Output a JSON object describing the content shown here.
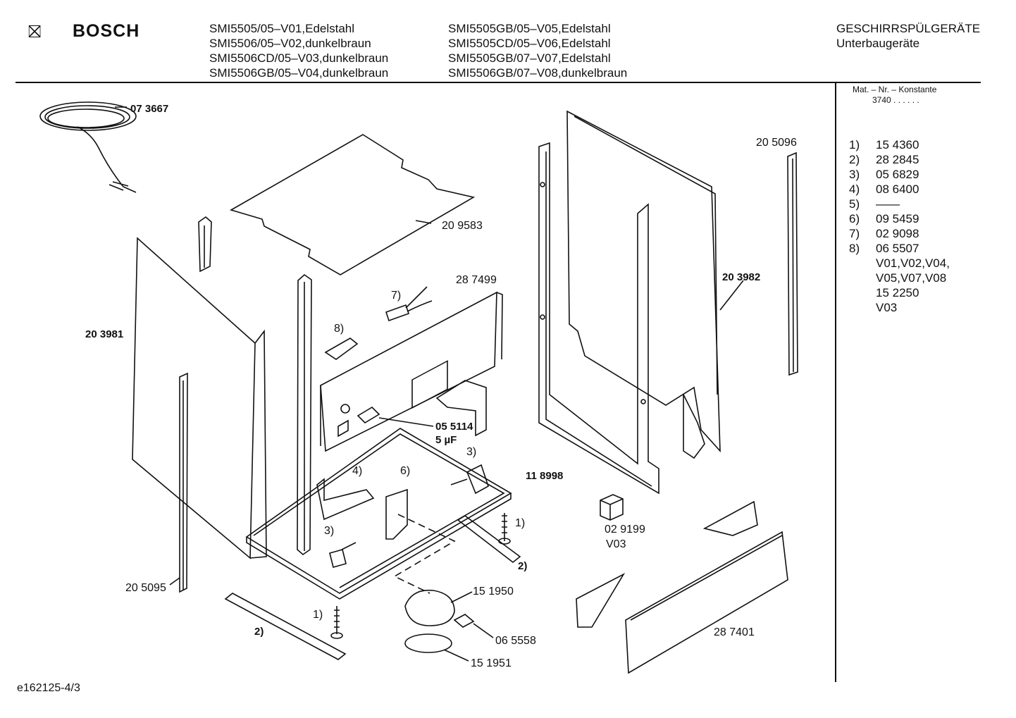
{
  "brand": "BOSCH",
  "header": {
    "models_col1": [
      "SMI5505/05–V01,Edelstahl",
      "SMI5506/05–V02,dunkelbraun",
      "SMI5506CD/05–V03,dunkelbraun",
      "SMI5506GB/05–V04,dunkelbraun"
    ],
    "models_col2": [
      "SMI5505GB/05–V05,Edelstahl",
      "SMI5505CD/05–V06,Edelstahl",
      "SMI5505GB/07–V07,Edelstahl",
      "SMI5506GB/07–V08,dunkelbraun"
    ],
    "category": "GESCHIRRSPÜLGERÄTE",
    "subcategory": "Unterbaugeräte"
  },
  "legend": {
    "title": "Mat. – Nr. – Konstante",
    "constant": "3740 . . . . . .",
    "items": [
      {
        "num": "1)",
        "lines": [
          "15 4360"
        ]
      },
      {
        "num": "2)",
        "lines": [
          "28 2845"
        ]
      },
      {
        "num": "3)",
        "lines": [
          "05 6829"
        ]
      },
      {
        "num": "4)",
        "lines": [
          "08 6400"
        ]
      },
      {
        "num": "5)",
        "lines": [
          "——"
        ]
      },
      {
        "num": "6)",
        "lines": [
          "09 5459"
        ]
      },
      {
        "num": "7)",
        "lines": [
          "02 9098"
        ]
      },
      {
        "num": "8)",
        "lines": [
          "06 5507",
          "V01,V02,V04,",
          "V05,V07,V08",
          "15 2250",
          "V03"
        ]
      }
    ]
  },
  "parts": {
    "cable": "07 3667",
    "top_cover": "20 9583",
    "side_panel_left": "20 3981",
    "front_frame": "20 3982",
    "strip_right": "20 5096",
    "control_panel": "28 7499",
    "callout_7": "7)",
    "callout_8": "8)",
    "capacitor": "05 5114",
    "capacitor_value": "5 µF",
    "base": "11 8998",
    "callout_4": "4)",
    "callout_6": "6)",
    "callout_3a": "3)",
    "callout_3b": "3)",
    "callout_1a": "1)",
    "callout_1b": "1)",
    "callout_2a": "2)",
    "callout_2b": "2)",
    "relay": "02 9199",
    "relay_variant": "V03",
    "strip_left": "20 5095",
    "pump_part": "15 1950",
    "valve": "06 5558",
    "disc": "15 1951",
    "kick_plate": "28 7401"
  },
  "footer_code": "e162125-4/3"
}
